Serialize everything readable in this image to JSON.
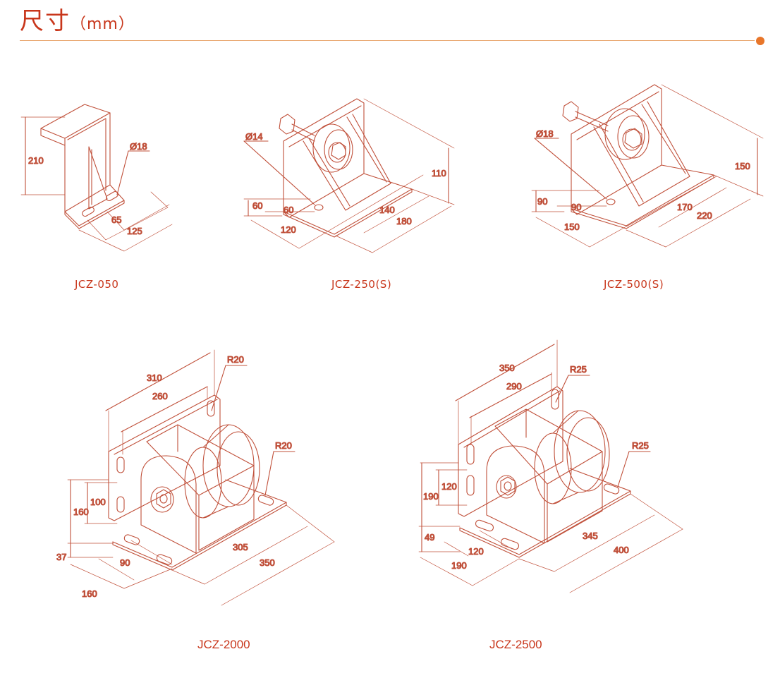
{
  "header": {
    "title": "尺寸",
    "unit": "（mm）"
  },
  "colors": {
    "accent": "#c8361b",
    "line": "#c0503a",
    "rule": "#e8a36a",
    "dot": "#e8762a"
  },
  "models": [
    {
      "name": "JCZ-050",
      "dims": {
        "height": "210",
        "hole": "Ø18",
        "a": "65",
        "b": "125"
      }
    },
    {
      "name": "JCZ-250(S)",
      "dims": {
        "hole": "Ø14",
        "h": "110",
        "a": "60",
        "b": "60",
        "c": "120",
        "d": "140",
        "e": "180"
      }
    },
    {
      "name": "JCZ-500(S)",
      "dims": {
        "hole": "Ø18",
        "h": "150",
        "a": "90",
        "b": "90",
        "c": "150",
        "d": "170",
        "e": "220"
      }
    },
    {
      "name": "JCZ-2000",
      "dims": {
        "w1": "310",
        "w2": "260",
        "r1": "R20",
        "r2": "R20",
        "v1": "100",
        "v2": "160",
        "v3": "37",
        "a": "90",
        "b": "160",
        "c": "305",
        "d": "350"
      }
    },
    {
      "name": "JCZ-2500",
      "dims": {
        "w1": "350",
        "w2": "290",
        "r1": "R25",
        "r2": "R25",
        "v1": "120",
        "v2": "190",
        "v3": "49",
        "a": "120",
        "b": "190",
        "c": "345",
        "d": "400"
      }
    }
  ]
}
